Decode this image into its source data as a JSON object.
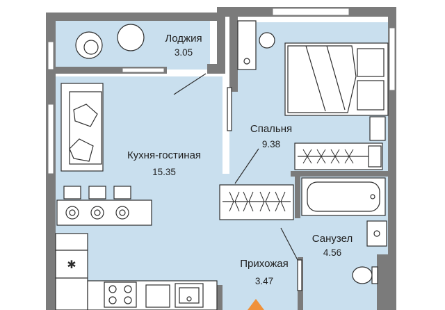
{
  "plan": {
    "rooms": [
      {
        "id": "loggia",
        "name": "Лоджия",
        "area": "3.05"
      },
      {
        "id": "living",
        "name": "Кухня-гостиная",
        "area": "15.35"
      },
      {
        "id": "bedroom",
        "name": "Спальня",
        "area": "9.38"
      },
      {
        "id": "bathroom",
        "name": "Санузел",
        "area": "4.56"
      },
      {
        "id": "hallway",
        "name": "Прихожая",
        "area": "3.47"
      }
    ],
    "colors": {
      "floor": "#c9dfee",
      "wall": "#7b7b7b",
      "furniture_fill": "#ffffff",
      "furniture_line": "#2d2d2d",
      "entrance_marker": "#f0913a"
    }
  }
}
